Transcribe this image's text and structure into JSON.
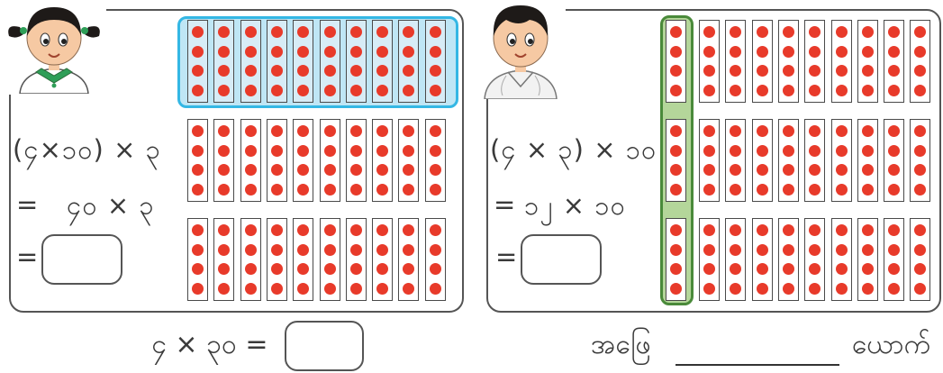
{
  "left_panel": {
    "line1": "(၄×၁၀) × ၃",
    "line2_eq": "=",
    "line2": "၄၀  × ၃",
    "line3_eq": "="
  },
  "right_panel": {
    "line1": "(၄ × ၃) × ၁၀",
    "line2_eq": "=",
    "line2": "၁၂  × ၁၀",
    "line3_eq": "="
  },
  "bottom": {
    "equation": "၄ × ၃၀ =",
    "question_prefix": "အဖြေ",
    "question_suffix": "ယောက်"
  },
  "colors": {
    "dot": "#e83a2a",
    "highlight_blue": "#34b7e4",
    "highlight_green": "#4a8a3a"
  },
  "icons": [
    "girl-avatar-icon",
    "boy-avatar-icon"
  ]
}
